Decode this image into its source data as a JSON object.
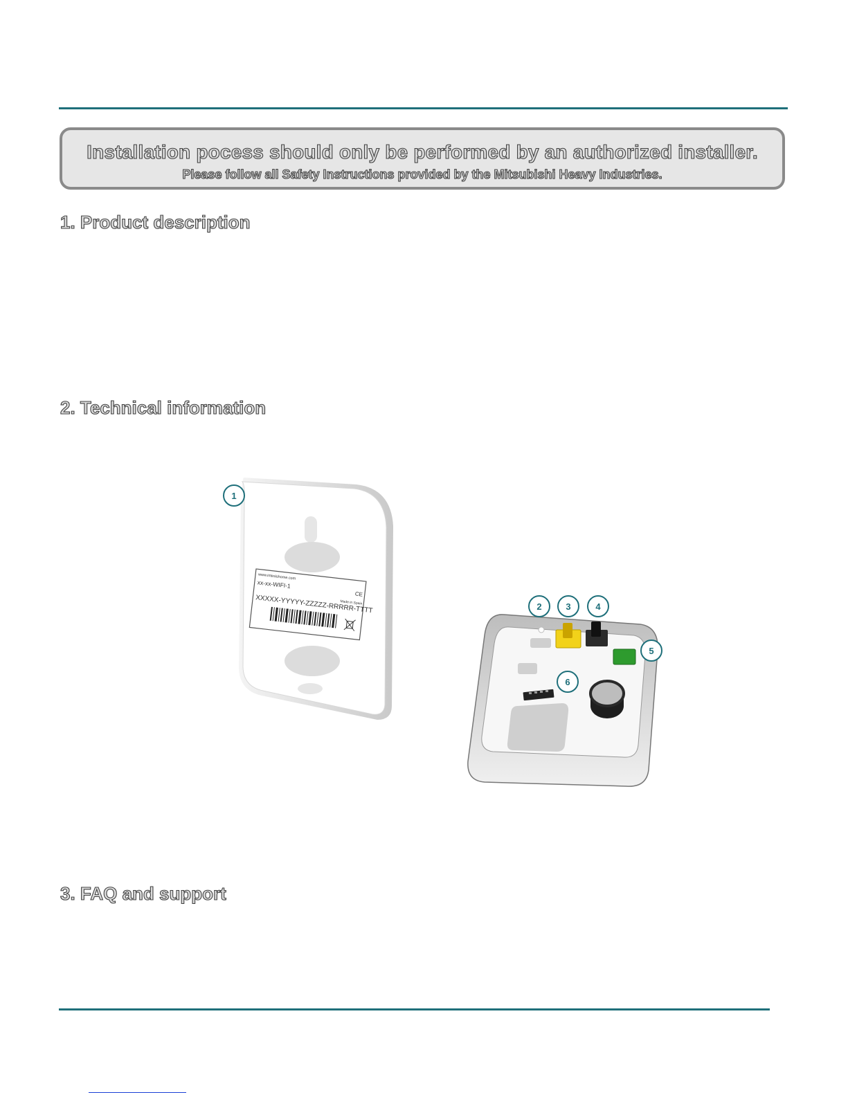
{
  "warning": {
    "line1": "Installation pocess should only be performed by an authorized installer.",
    "line2": "Please follow all Safety Instructions provided by the Mitsubishi Heavy Industries."
  },
  "sections": {
    "product": "1. Product description",
    "technical": "2. Technical information",
    "faq": "3. FAQ and support"
  },
  "device_label": {
    "site": "www.intesishome.com",
    "model": "xx-xx-WIFI-1",
    "serial": "XXXXX-YYYYY-ZZZZZ-RRRRR-TTTT",
    "ce": "CE",
    "made_in": "Made in Spain"
  },
  "callouts": [
    "1",
    "2",
    "3",
    "4",
    "5",
    "6"
  ],
  "icons": {
    "weee": "crossed-bin-icon",
    "barcode": "barcode-icon"
  },
  "colors": {
    "accent": "#1e6f7a",
    "box_fill": "#e6e6e6",
    "box_border": "#8a8a8a",
    "switch_yellow": "#f2d21a",
    "connector_green": "#2e9b2e"
  }
}
